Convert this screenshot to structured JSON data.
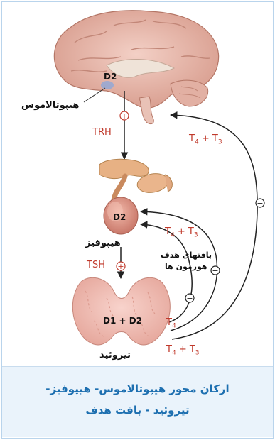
{
  "labels": {
    "hypothalamus": "هیپوتالاموس",
    "pituitary": "هیپوفیز",
    "thyroid": "تیروئید",
    "d2_brain": "D2",
    "d2_pituitary": "D2",
    "d1_d2_thyroid": "D1 + D2",
    "target_tissue_line1": "بافتهای هدف",
    "target_tissue_line2": "هورمون ها"
  },
  "hormones": {
    "trh": "TRH",
    "tsh": "TSH",
    "t4": "T",
    "t3": "T",
    "t4_sub": "4",
    "t3_sub": "3",
    "plus": "+"
  },
  "signs": {
    "stimulate": "+",
    "inhibit": "−"
  },
  "caption": {
    "line1": "ارکان محور هیپوتالاموس- هیپوفیز-",
    "line2": "تیروئید - بافت هدف"
  },
  "colors": {
    "hormone_text": "#c0392b",
    "caption_text": "#1d6fb0",
    "caption_bg": "#eaf3fb",
    "arrow": "#222222"
  }
}
